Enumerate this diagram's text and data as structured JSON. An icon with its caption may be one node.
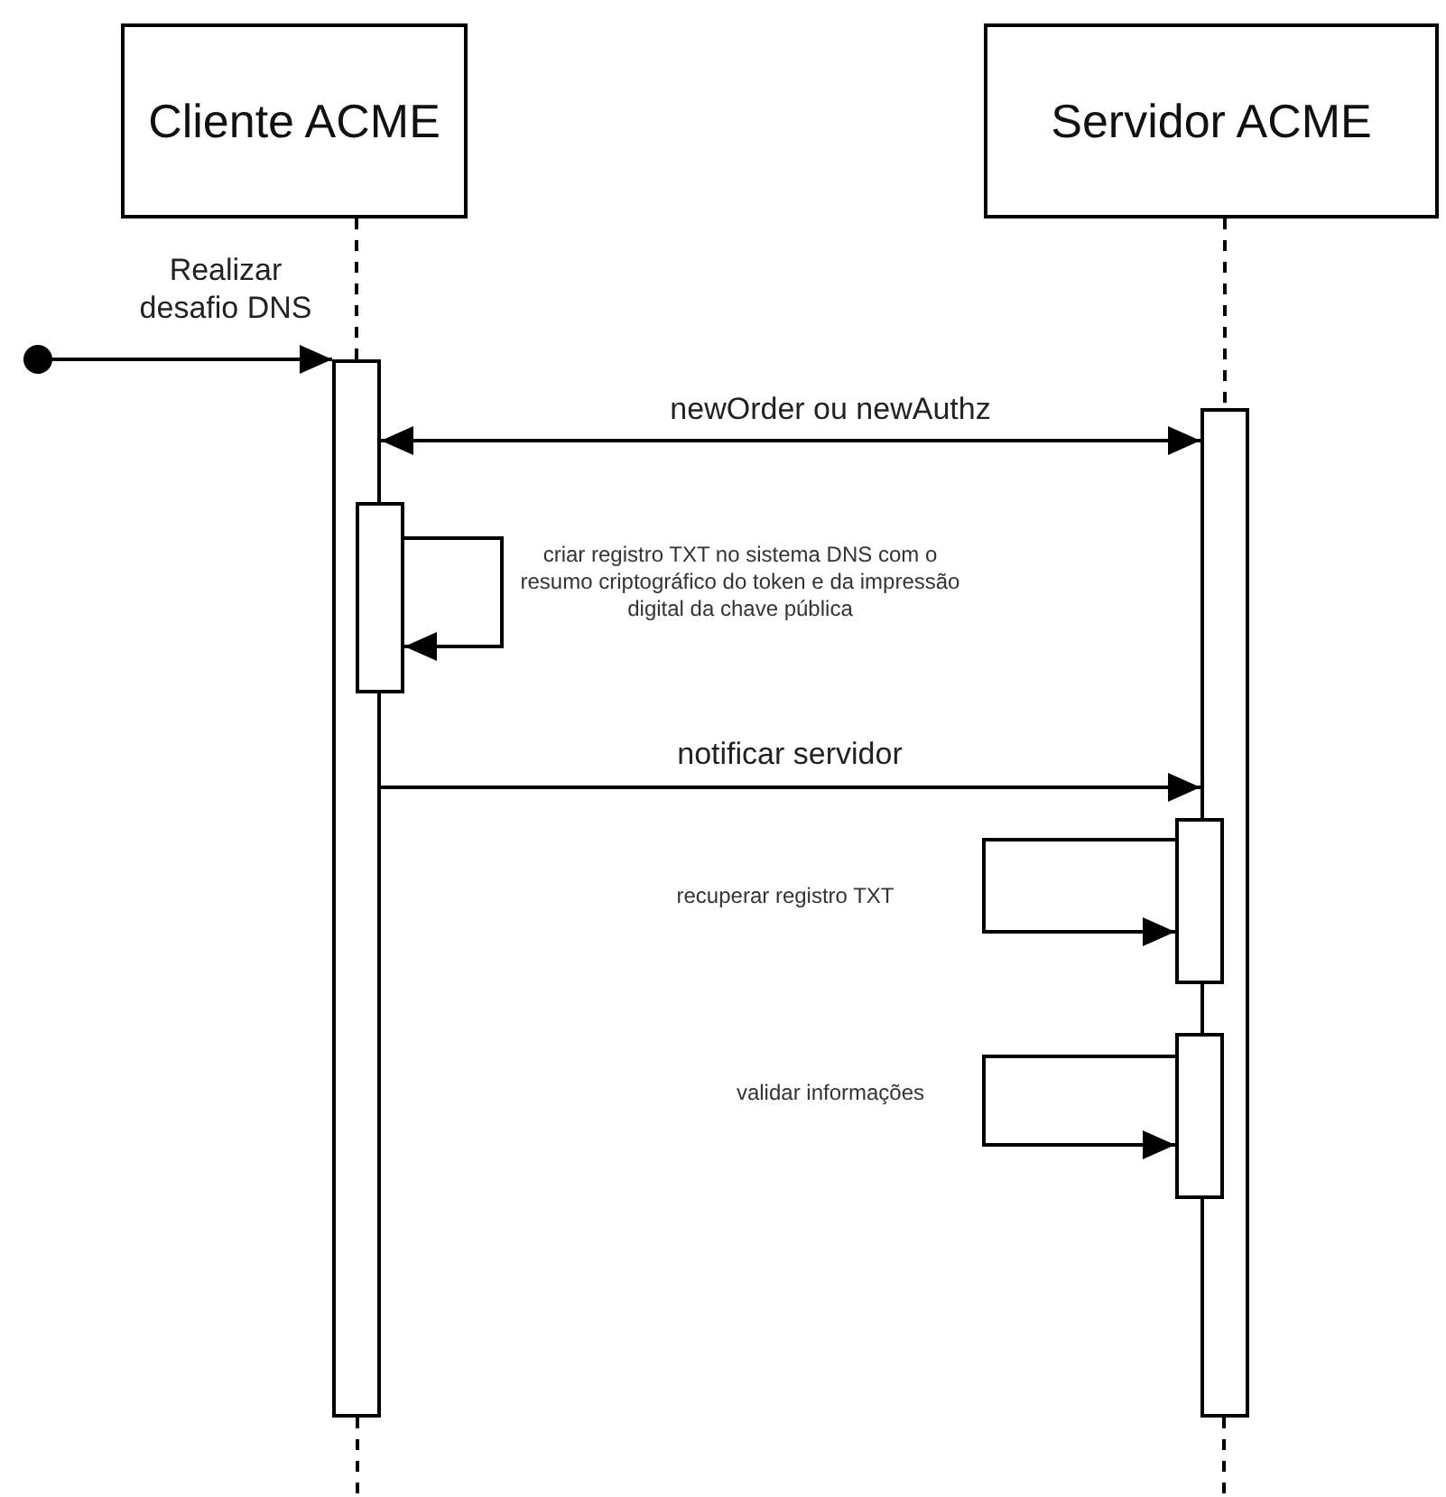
{
  "diagram": {
    "nodes": [
      {
        "text": [
          "Cliente ACME"
        ]
      },
      {
        "text": [
          "Servidor ACME"
        ]
      },
      {
        "text": [],
        "shape": "circle"
      },
      {
        "text": [],
        "shape": "bar"
      },
      {
        "text": [],
        "shape": "bar"
      },
      {
        "text": [],
        "shape": "bar"
      },
      {
        "text": [],
        "shape": "bar"
      },
      {
        "text": [],
        "shape": "bar"
      }
    ],
    "edges": [
      {
        "from": 0,
        "to": 3,
        "arrow": "none",
        "style": "dashed"
      },
      {
        "from": 1,
        "to": 5,
        "arrow": "none",
        "style": "dashed"
      },
      {
        "from": 2,
        "to": 3,
        "arrow": "to",
        "label": "Realizar desafio DNS"
      },
      {
        "from": 3,
        "to": 5,
        "arrow": "both",
        "label": "newOrder ou newAuthz"
      },
      {
        "from": 4,
        "to": 4,
        "arrow": "to",
        "label": "criar registro TXT no sistema DNS com o resumo criptográfico do token e da impressão digital da chave pública"
      },
      {
        "from": 3,
        "to": 5,
        "arrow": "to",
        "label": "notificar servidor"
      },
      {
        "from": 6,
        "to": 6,
        "arrow": "to",
        "label": "recuperar registro TXT"
      },
      {
        "from": 7,
        "to": 7,
        "arrow": "to",
        "label": "validar informações"
      }
    ]
  }
}
